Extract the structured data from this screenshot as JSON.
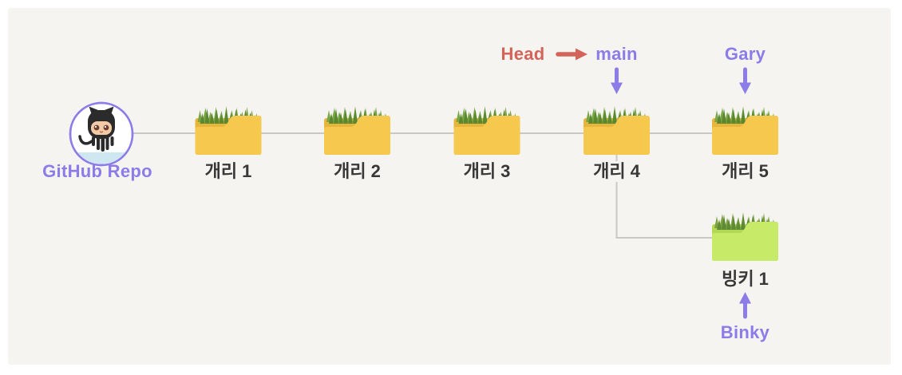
{
  "diagram": {
    "type": "git-commit-graph",
    "repo": {
      "label": "GitHub Repo"
    },
    "commits": [
      {
        "label": "개리 1"
      },
      {
        "label": "개리 2"
      },
      {
        "label": "개리 3"
      },
      {
        "label": "개리 4"
      },
      {
        "label": "개리 5"
      }
    ],
    "branch_commits": [
      {
        "label": "빙키 1"
      }
    ],
    "pointers": {
      "head": {
        "label": "Head",
        "arrow": "right-arrow",
        "points_to": "main"
      },
      "main": {
        "label": "main",
        "arrow": "down-arrow",
        "points_to": "개리 4"
      },
      "gary": {
        "label": "Gary",
        "arrow": "down-arrow",
        "points_to": "개리 5"
      },
      "binky": {
        "label": "Binky",
        "arrow": "up-arrow",
        "points_to": "빙키 1"
      }
    },
    "colors": {
      "panel_bg": "#f5f4f1",
      "pointer_purple": "#8b7ce8",
      "head_red": "#d4635a",
      "connector_gray": "#c9c8c5",
      "folder_yellow_front": "#f6c94e",
      "folder_yellow_back": "#e7b43c",
      "folder_green_front": "#c7ea68",
      "folder_green_back": "#b2d755",
      "grass_dark": "#59882f",
      "grass_light": "#79a547",
      "label_text": "#383838"
    }
  }
}
